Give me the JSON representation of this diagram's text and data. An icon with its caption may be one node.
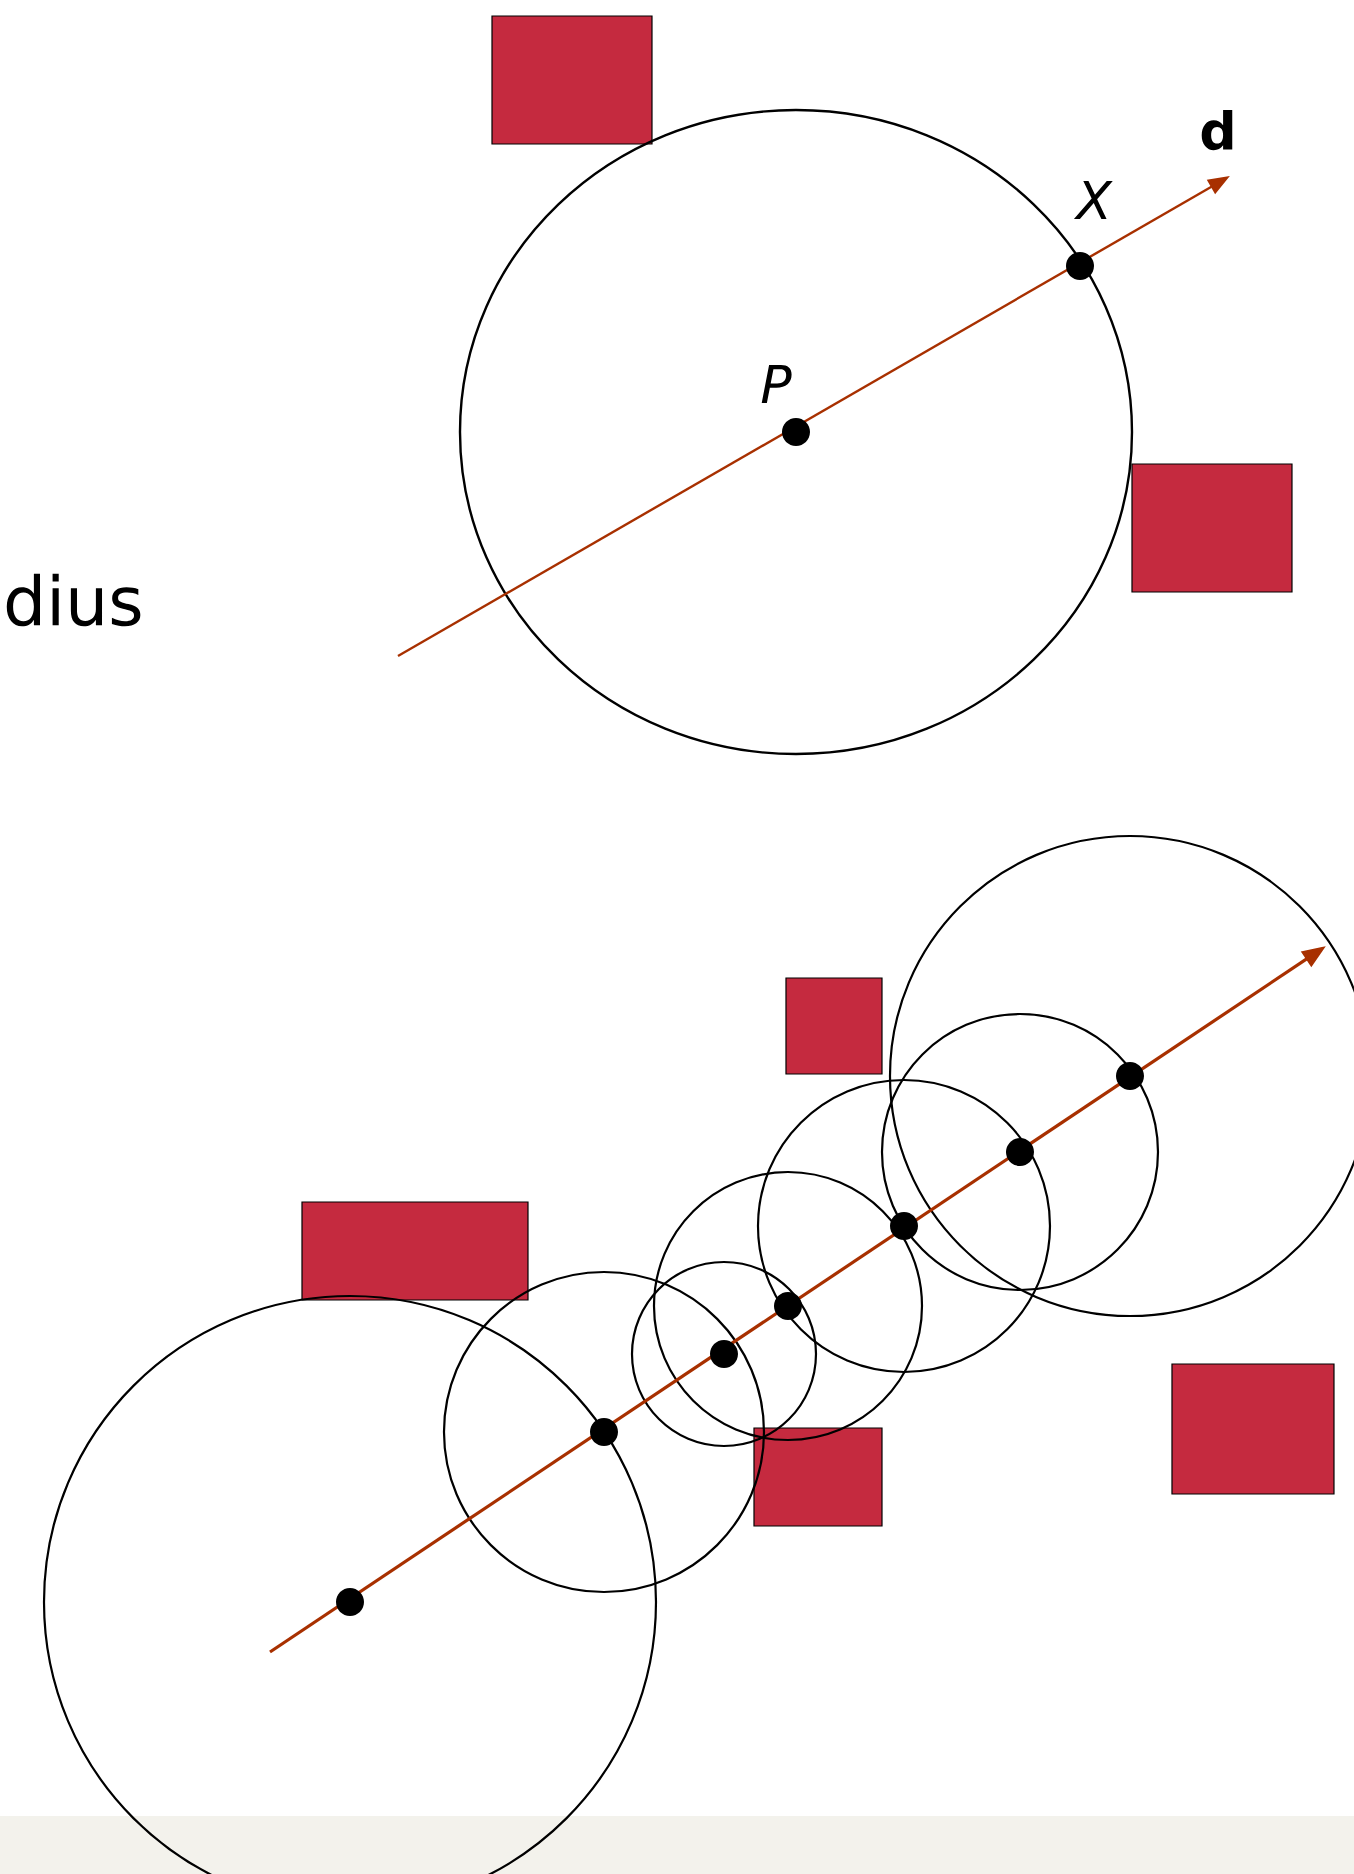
{
  "diagram": {
    "labels": [
      "dius",
      "P",
      "X",
      "d"
    ]
  }
}
